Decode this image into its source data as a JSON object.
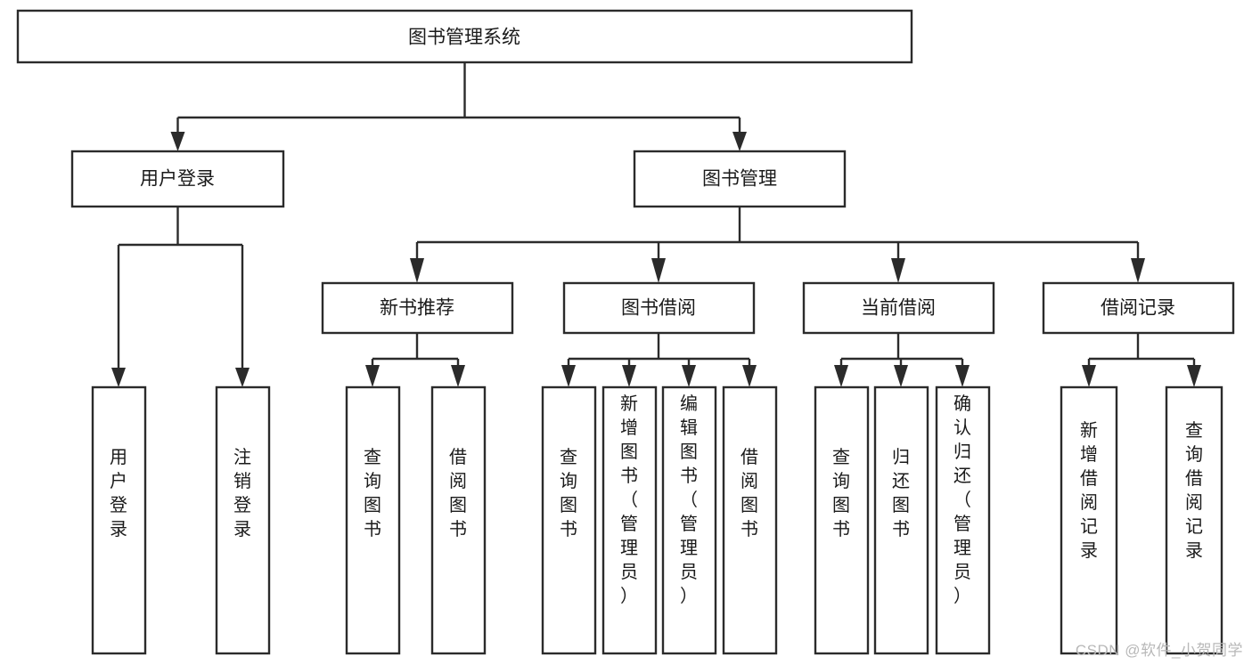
{
  "diagram": {
    "type": "tree",
    "title": "图书管理系统",
    "watermark": "CSDN @软件_小贺同学",
    "colors": {
      "stroke": "#2b2b2b",
      "fill": "#ffffff",
      "text": "#1a1a1a",
      "watermark": "#b8b8b8",
      "background": "#ffffff"
    },
    "root": {
      "id": "root",
      "label": "图书管理系统"
    },
    "level2": [
      {
        "id": "user-login",
        "label": "用户登录"
      },
      {
        "id": "book-management",
        "label": "图书管理"
      }
    ],
    "level3": [
      {
        "id": "new-book-recommend",
        "label": "新书推荐",
        "parent": "book-management"
      },
      {
        "id": "book-borrow",
        "label": "图书借阅",
        "parent": "book-management"
      },
      {
        "id": "current-borrow",
        "label": "当前借阅",
        "parent": "book-management"
      },
      {
        "id": "borrow-record",
        "label": "借阅记录",
        "parent": "book-management"
      }
    ],
    "leaves": [
      {
        "id": "leaf-user-login",
        "label": "用户登录",
        "parent": "user-login"
      },
      {
        "id": "leaf-logout-login",
        "label": "注销登录",
        "parent": "user-login"
      },
      {
        "id": "leaf-query-book-1",
        "label": "查询图书",
        "parent": "new-book-recommend"
      },
      {
        "id": "leaf-borrow-book-1",
        "label": "借阅图书",
        "parent": "new-book-recommend"
      },
      {
        "id": "leaf-query-book-2",
        "label": "查询图书",
        "parent": "book-borrow"
      },
      {
        "id": "leaf-add-book",
        "label": "新增图书（管理员）",
        "parent": "book-borrow"
      },
      {
        "id": "leaf-edit-book",
        "label": "编辑图书（管理员）",
        "parent": "book-borrow"
      },
      {
        "id": "leaf-borrow-book-2",
        "label": "借阅图书",
        "parent": "book-borrow"
      },
      {
        "id": "leaf-query-book-3",
        "label": "查询图书",
        "parent": "current-borrow"
      },
      {
        "id": "leaf-return-book",
        "label": "归还图书",
        "parent": "current-borrow"
      },
      {
        "id": "leaf-confirm-return",
        "label": "确认归还（管理员）",
        "parent": "current-borrow"
      },
      {
        "id": "leaf-add-record",
        "label": "新增借阅记录",
        "parent": "borrow-record"
      },
      {
        "id": "leaf-query-record",
        "label": "查询借阅记录",
        "parent": "borrow-record"
      }
    ]
  }
}
